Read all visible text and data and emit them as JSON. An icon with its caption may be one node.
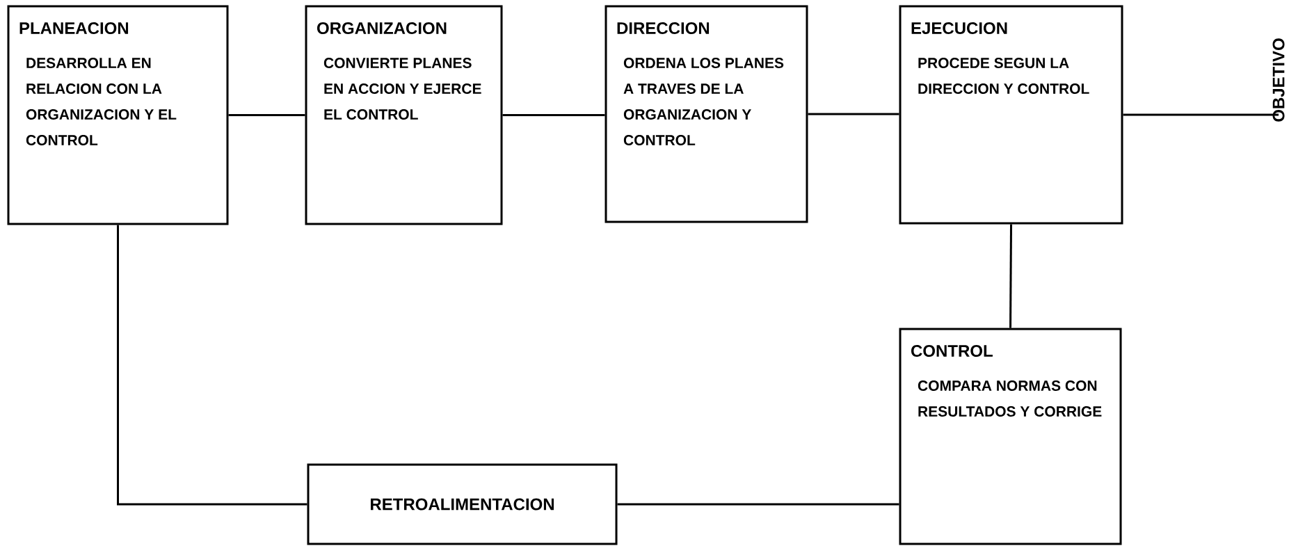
{
  "diagram": {
    "nodes": [
      {
        "text": [
          "PLANEACION",
          "DESARROLLA EN RELACION CON LA ORGANIZACION Y EL CONTROL"
        ]
      },
      {
        "text": [
          "ORGANIZACION",
          "CONVIERTE PLANES EN ACCION Y EJERCE EL CONTROL"
        ]
      },
      {
        "text": [
          "DIRECCION",
          "ORDENA LOS PLANES A TRAVES DE LA ORGANIZACION Y CONTROL"
        ]
      },
      {
        "text": [
          "EJECUCION",
          "PROCEDE SEGUN LA DIRECCION Y CONTROL"
        ]
      },
      {
        "text": [
          "OBJETIVO"
        ]
      },
      {
        "text": [
          "CONTROL",
          "COMPARA NORMAS CON RESULTADOS Y CORRIGE"
        ]
      },
      {
        "text": [
          "RETROALIMENTACION"
        ]
      }
    ],
    "edges": [
      {
        "from": 0,
        "to": 1,
        "arrow": "none"
      },
      {
        "from": 1,
        "to": 2,
        "arrow": "none"
      },
      {
        "from": 2,
        "to": 3,
        "arrow": "none"
      },
      {
        "from": 3,
        "to": 4,
        "arrow": "none"
      },
      {
        "from": 3,
        "to": 5,
        "arrow": "none"
      },
      {
        "from": 5,
        "to": 6,
        "arrow": "none"
      },
      {
        "from": 0,
        "to": 6,
        "arrow": "none"
      }
    ]
  }
}
